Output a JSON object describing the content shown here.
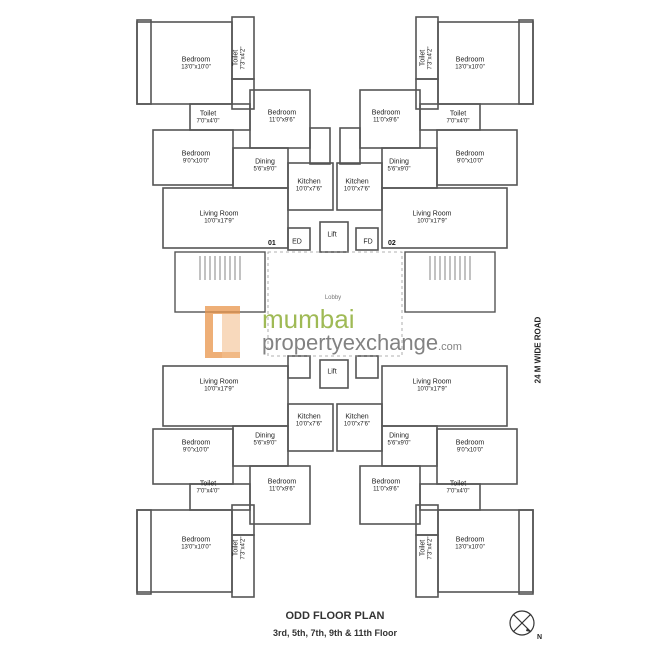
{
  "rooms": {
    "tl_bedroom1": {
      "name": "Bedroom",
      "dim": "13'0\"x10'0\""
    },
    "tl_toilet_v": {
      "name": "Toilet",
      "dim": "7'3\"x4'2\""
    },
    "tl_toilet": {
      "name": "Toilet",
      "dim": "7'0\"x4'0\""
    },
    "tl_bedroom2": {
      "name": "Bedroom",
      "dim": "11'0\"x9'6\""
    },
    "tl_bedroom3": {
      "name": "Bedroom",
      "dim": "9'0\"x10'0\""
    },
    "tl_dining": {
      "name": "Dining",
      "dim": "5'6\"x9'0\""
    },
    "tl_kitchen": {
      "name": "Kitchen",
      "dim": "10'0\"x7'6\""
    },
    "tl_living": {
      "name": "Living Room",
      "dim": "10'0\"x17'9\""
    },
    "tr_bedroom1": {
      "name": "Bedroom",
      "dim": "13'0\"x10'0\""
    },
    "tr_toilet_v": {
      "name": "Toilet",
      "dim": "7'3\"x4'2\""
    },
    "tr_toilet": {
      "name": "Toilet",
      "dim": "7'0\"x4'0\""
    },
    "tr_bedroom2": {
      "name": "Bedroom",
      "dim": "11'0\"x9'6\""
    },
    "tr_bedroom3": {
      "name": "Bedroom",
      "dim": "9'0\"x10'0\""
    },
    "tr_dining": {
      "name": "Dining",
      "dim": "5'6\"x9'0\""
    },
    "tr_kitchen": {
      "name": "Kitchen",
      "dim": "10'0\"x7'6\""
    },
    "tr_living": {
      "name": "Living Room",
      "dim": "10'0\"x17'9\""
    },
    "bl_living": {
      "name": "Living Room",
      "dim": "10'0\"x17'9\""
    },
    "bl_kitchen": {
      "name": "Kitchen",
      "dim": "10'0\"x7'6\""
    },
    "bl_dining": {
      "name": "Dining",
      "dim": "5'6\"x9'0\""
    },
    "bl_bedroom3": {
      "name": "Bedroom",
      "dim": "9'0\"x10'0\""
    },
    "bl_toilet": {
      "name": "Toilet",
      "dim": "7'0\"x4'0\""
    },
    "bl_bedroom2": {
      "name": "Bedroom",
      "dim": "11'0\"x9'6\""
    },
    "bl_bedroom1": {
      "name": "Bedroom",
      "dim": "13'0\"x10'0\""
    },
    "bl_toilet_v": {
      "name": "Toilet",
      "dim": "7'3\"x4'2\""
    },
    "br_living": {
      "name": "Living Room",
      "dim": "10'0\"x17'9\""
    },
    "br_kitchen": {
      "name": "Kitchen",
      "dim": "10'0\"x7'6\""
    },
    "br_dining": {
      "name": "Dining",
      "dim": "5'6\"x9'0\""
    },
    "br_bedroom3": {
      "name": "Bedroom",
      "dim": "9'0\"x10'0\""
    },
    "br_toilet": {
      "name": "Toilet",
      "dim": "7'0\"x4'0\""
    },
    "br_bedroom2": {
      "name": "Bedroom",
      "dim": "11'0\"x9'6\""
    },
    "br_bedroom1": {
      "name": "Bedroom",
      "dim": "13'0\"x10'0\""
    },
    "br_toilet_v": {
      "name": "Toilet",
      "dim": "7'3\"x4'2\""
    }
  },
  "core": {
    "ed": "ED",
    "fd": "FD",
    "lift_top": "Lift",
    "lift_bottom": "Lift",
    "lobby": "Lobby"
  },
  "units": {
    "left": "01",
    "right": "02"
  },
  "road_label": "24 M WIDE ROAD",
  "watermark": {
    "line1": "mumbai",
    "line2": "propertyexchange",
    "suffix": ".com"
  },
  "title": "ODD FLOOR PLAN",
  "subtitle": "3rd, 5th, 7th, 9th & 11th Floor",
  "compass_label": "N",
  "colors": {
    "wall": "#555555",
    "brand_green": "#8fae38",
    "brand_orange": "#e8944a",
    "brand_grey": "#6d6d6d"
  }
}
